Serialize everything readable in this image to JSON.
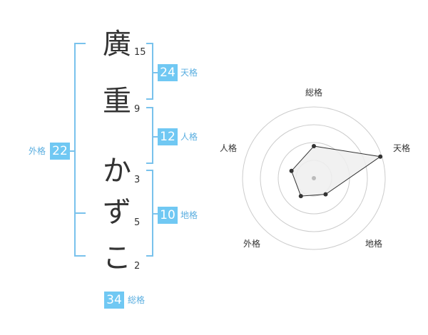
{
  "name": {
    "characters": [
      {
        "char": "廣",
        "strokes": "15"
      },
      {
        "char": "重",
        "strokes": "9"
      },
      {
        "char": "か",
        "strokes": "3"
      },
      {
        "char": "ず",
        "strokes": "5"
      },
      {
        "char": "こ",
        "strokes": "2"
      }
    ]
  },
  "kaku": {
    "tenkaku": {
      "value": "24",
      "label": "天格"
    },
    "jinkaku": {
      "value": "12",
      "label": "人格"
    },
    "chikaku": {
      "value": "10",
      "label": "地格"
    },
    "gaikaku": {
      "value": "22",
      "label": "外格"
    },
    "soukaku": {
      "value": "34",
      "label": "総格"
    }
  },
  "radar": {
    "axes": [
      "総格",
      "天格",
      "地格",
      "外格",
      "人格"
    ],
    "values": [
      0.45,
      0.98,
      0.28,
      0.31,
      0.33
    ],
    "colors": {
      "grid": "#cccccc",
      "fill": "#eeeeee",
      "line": "#333333",
      "point": "#333333",
      "center": "#bbbbbb"
    }
  },
  "colors": {
    "accent": "#70c8f3",
    "bracket": "#79c2ec",
    "label": "#5aaee0"
  }
}
